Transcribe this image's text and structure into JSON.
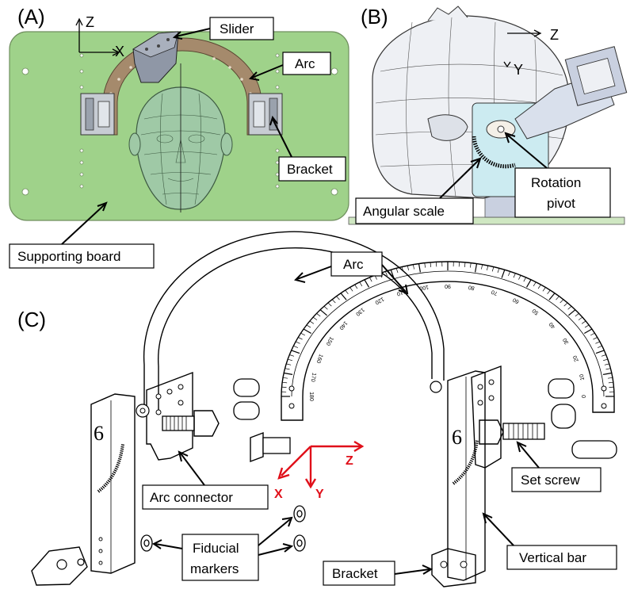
{
  "panels": {
    "a": {
      "letter": "(A)",
      "axes": {
        "z": "Z",
        "x": "X"
      },
      "labels": {
        "slider": "Slider",
        "arc": "Arc",
        "bracket": "Bracket",
        "supporting_board": "Supporting board"
      },
      "colors": {
        "board": "#9fd28a",
        "arc": "#a58a6c",
        "head": "#9fc9a6",
        "bracket": "#c7ccd3",
        "slider": "#8f97a6"
      }
    },
    "b": {
      "letter": "(B)",
      "axes": {
        "z": "Z",
        "y": "Y"
      },
      "labels": {
        "angular_scale": "Angular scale",
        "rotation_pivot_line1": "Rotation",
        "rotation_pivot_line2": "pivot"
      },
      "colors": {
        "head": "#eef0f4",
        "plate": "#ccebf1",
        "bracket": "#c9d0e0"
      }
    },
    "c": {
      "letter": "(C)",
      "axes": {
        "z": "Z",
        "x": "X",
        "y": "Y"
      },
      "labels": {
        "arc": "Arc",
        "arc_connector": "Arc connector",
        "set_screw": "Set screw",
        "fiducial_line1": "Fiducial",
        "fiducial_line2": "markers",
        "vertical_bar": "Vertical  bar",
        "bracket": "Bracket"
      },
      "scale_numbers": [
        "0",
        "10",
        "20",
        "30",
        "40",
        "50",
        "60",
        "70",
        "80",
        "90",
        "100",
        "110",
        "120",
        "130",
        "140",
        "150",
        "160",
        "170",
        "180"
      ],
      "colors": {
        "axes": "#e0101a",
        "line": "#000000"
      }
    }
  }
}
